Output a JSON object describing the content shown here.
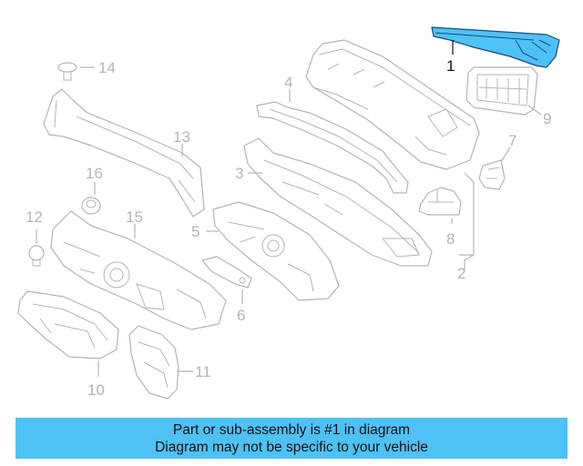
{
  "diagram": {
    "highlighted_part": "1",
    "accent_color": "#4ec1f5",
    "line_color": "#b4b4b4",
    "callouts": [
      "1",
      "2",
      "3",
      "4",
      "5",
      "6",
      "7",
      "8",
      "9",
      "10",
      "11",
      "12",
      "13",
      "14",
      "15",
      "16"
    ]
  },
  "banner": {
    "line1": "Part or sub-assembly is #1 in diagram",
    "line2": "Diagram may not be specific to your vehicle"
  }
}
